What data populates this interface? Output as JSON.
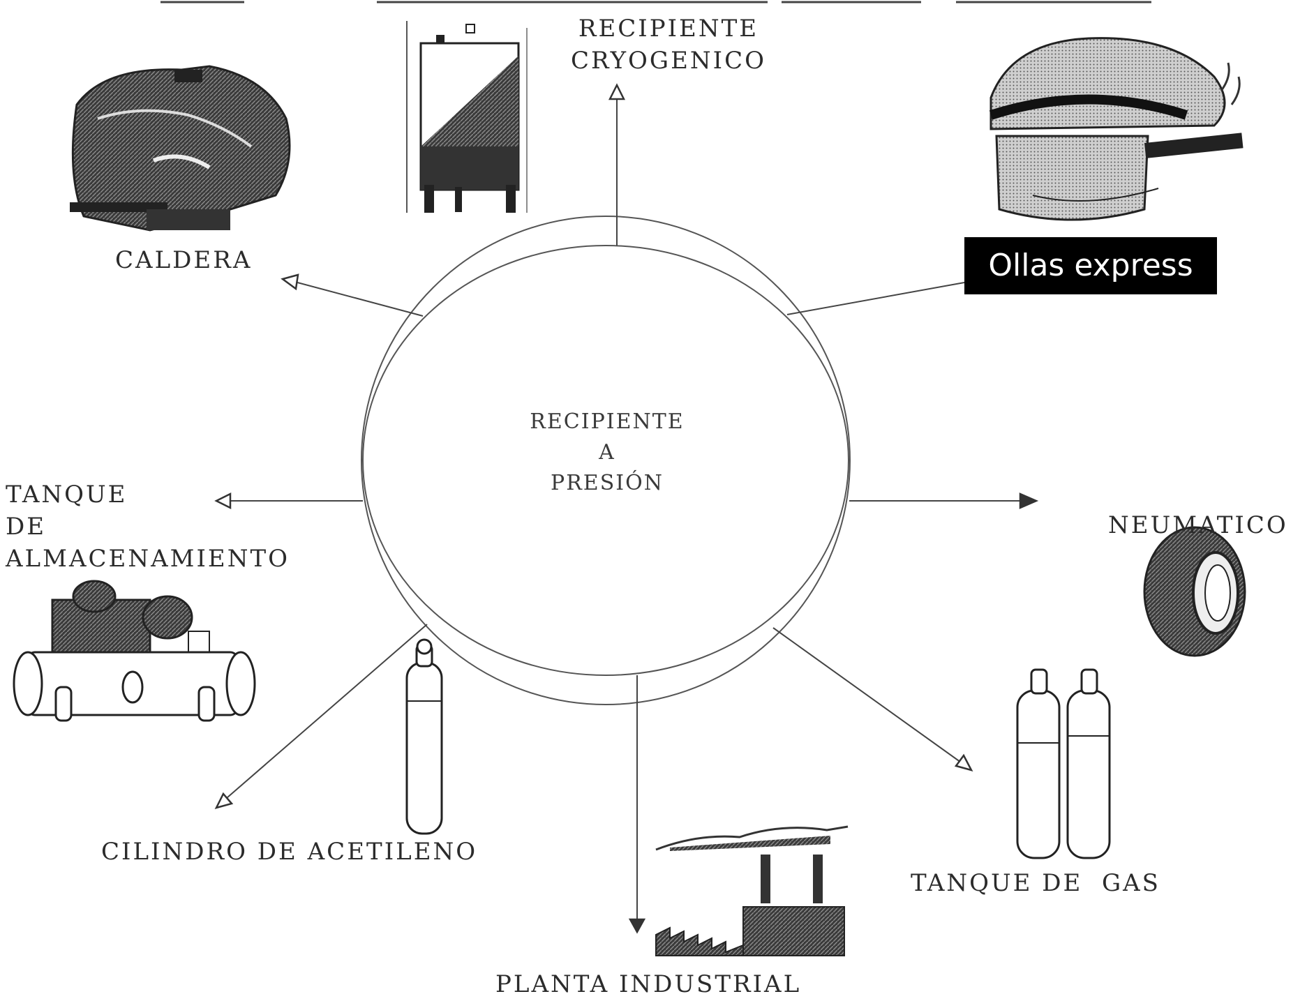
{
  "center": {
    "line1": "RECIPIENTE",
    "line2": "A",
    "line3": "PRESIÓN"
  },
  "nodes": {
    "cryogenic": {
      "line1": "RECIPIENTE",
      "line2": "CRYOGENICO"
    },
    "caldera": {
      "label": "CALDERA"
    },
    "ollas": {
      "label": "Ollas express"
    },
    "tanque_alm": {
      "line1": "TANQUE",
      "line2": "DE",
      "line3": "ALMACENAMIENTO"
    },
    "neumatico": {
      "label": "NEUMATICO"
    },
    "cilindro": {
      "label": "CILINDRO DE ACETILENO"
    },
    "planta": {
      "label": "PLANTA INDUSTRIAL"
    },
    "tanque_gas": {
      "label": "TANQUE DE  GAS"
    }
  },
  "colors": {
    "ink": "#2b2b2b",
    "label_bg": "#000000",
    "label_text": "#ffffff"
  },
  "icons": [
    "boiler-icon",
    "cryogenic-vessel-icon",
    "pressure-cooker-icon",
    "storage-tank-icon",
    "acetylene-cylinder-icon",
    "factory-icon",
    "gas-cylinders-icon",
    "tire-icon"
  ]
}
